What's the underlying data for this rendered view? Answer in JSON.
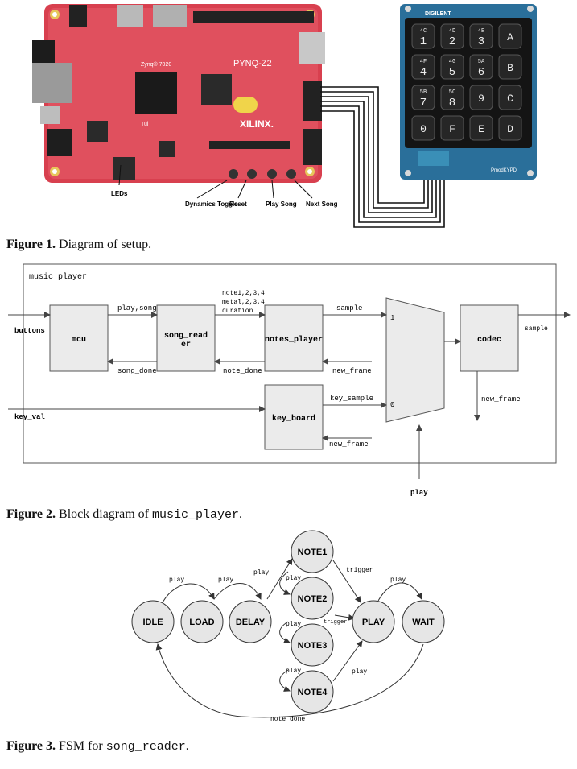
{
  "figure1": {
    "board_top_left_label": "Zynq® 7020",
    "board_name": "PYNQ-Z2",
    "board_brand": "XILINX.",
    "board_small_text": "Tul",
    "callouts": [
      "LEDs",
      "Dynamics Toggle",
      "Reset",
      "Play Song",
      "Next Song"
    ],
    "keypad_brand": "DIGILENT",
    "keypad_model": "PmodKYPD",
    "keypad_keys": [
      {
        "main": "1",
        "sub": "4C"
      },
      {
        "main": "2",
        "sub": "4D"
      },
      {
        "main": "3",
        "sub": "4E"
      },
      {
        "main": "A",
        "sub": ""
      },
      {
        "main": "4",
        "sub": "4F"
      },
      {
        "main": "5",
        "sub": "4G"
      },
      {
        "main": "6",
        "sub": "5A"
      },
      {
        "main": "B",
        "sub": ""
      },
      {
        "main": "7",
        "sub": "5B"
      },
      {
        "main": "8",
        "sub": "5C"
      },
      {
        "main": "9",
        "sub": ""
      },
      {
        "main": "C",
        "sub": ""
      },
      {
        "main": "0",
        "sub": ""
      },
      {
        "main": "F",
        "sub": ""
      },
      {
        "main": "E",
        "sub": ""
      },
      {
        "main": "D",
        "sub": ""
      }
    ],
    "caption_bold": "Figure 1.",
    "caption_text": " Diagram of setup."
  },
  "figure2": {
    "outer_label": "music_player",
    "blocks": {
      "mcu": "mcu",
      "song_reader_line1": "song_read",
      "song_reader_line2": "er",
      "notes_player": "notes_player",
      "key_board": "key_board",
      "codec": "codec"
    },
    "signals": {
      "buttons": "buttons",
      "key_val": "key_val",
      "play_song": "play,song",
      "song_done": "song_done",
      "notes_line1": "note1,2,3,4",
      "notes_line2": "metal,2,3,4",
      "notes_line3": "duration",
      "note_done": "note_done",
      "sample": "sample",
      "new_frame_np": "new_frame",
      "key_sample": "key_sample",
      "new_frame_kb": "new_frame",
      "mux_in1": "1",
      "mux_in0": "0",
      "sample_out": "sample",
      "new_frame_codec": "new_frame",
      "play": "play"
    },
    "caption_bold": "Figure 2.",
    "caption_text": " Block diagram of ",
    "caption_code": "music_player",
    "caption_end": "."
  },
  "figure3": {
    "states": {
      "idle": "IDLE",
      "load": "LOAD",
      "delay": "DELAY",
      "note1": "NOTE1",
      "note2": "NOTE2",
      "note3": "NOTE3",
      "note4": "NOTE4",
      "play": "PLAY",
      "wait": "WAIT"
    },
    "transitions": {
      "idle_load": "play",
      "load_delay": "play",
      "delay_note1": "play",
      "note1_note2": "play",
      "note2_note3": "play",
      "note3_note4": "play",
      "note1_play": "trigger",
      "note2_play": "trigger",
      "note4_play": "play",
      "play_wait": "play",
      "wait_idle": "note_done"
    },
    "caption_bold": "Figure 3.",
    "caption_text": " FSM for ",
    "caption_code": "song_reader",
    "caption_end": "."
  }
}
